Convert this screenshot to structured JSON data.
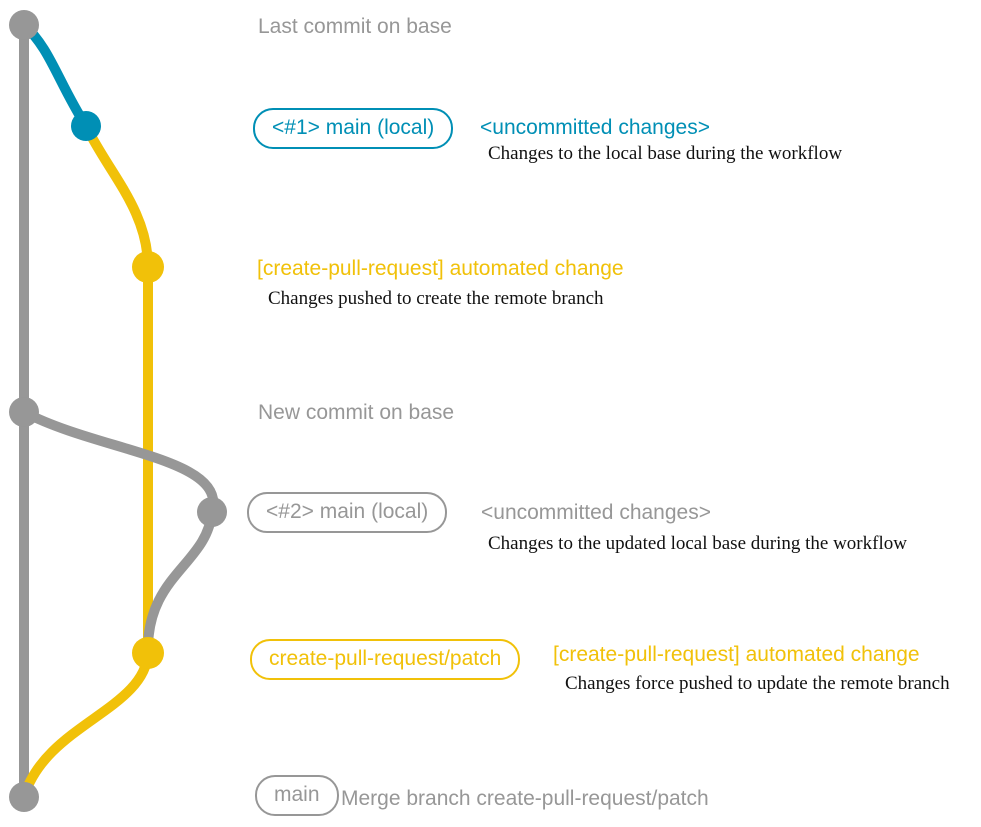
{
  "colors": {
    "gray": "#979797",
    "blue": "#008fb5",
    "yellow": "#f1c109",
    "ink": "#111111",
    "bg": "#ffffff"
  },
  "graph": {
    "branches": [
      {
        "name": "base",
        "color_key": "gray"
      },
      {
        "name": "main (local)",
        "color_key": "blue"
      },
      {
        "name": "create-pull-request/patch",
        "color_key": "yellow"
      }
    ],
    "commit_sequence": [
      "last-commit-on-base",
      "uncommitted-changes-1",
      "automated-change-1",
      "new-commit-on-base",
      "uncommitted-changes-2",
      "automated-change-2",
      "merge-commit"
    ]
  },
  "rows": {
    "last_commit": {
      "label": "Last commit on base"
    },
    "commit1": {
      "badge": "<#1> main (local)",
      "title": "<uncommitted changes>",
      "subtitle": "Changes to the local base during the workflow"
    },
    "push1": {
      "title": "[create-pull-request] automated change",
      "subtitle": "Changes pushed to create the remote branch"
    },
    "new_commit": {
      "label": "New commit on base"
    },
    "commit2": {
      "badge": "<#2> main (local)",
      "title": "<uncommitted changes>",
      "subtitle": "Changes to the updated local base during the workflow"
    },
    "push2": {
      "badge": "create-pull-request/patch",
      "title": "[create-pull-request] automated change",
      "subtitle": "Changes force pushed to update the remote branch"
    },
    "merge": {
      "badge": "main",
      "label": "Merge branch create-pull-request/patch"
    }
  }
}
